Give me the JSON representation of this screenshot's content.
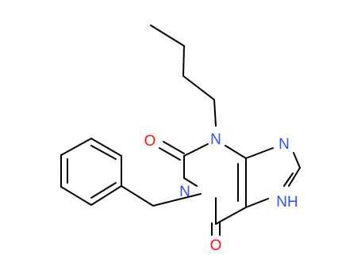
{
  "molecule": {
    "atoms": [
      {
        "id": "o1",
        "symbol": "O",
        "color": "#ff0d0d"
      },
      {
        "id": "n3",
        "symbol": "N",
        "color": "#3050f8"
      },
      {
        "id": "n9",
        "symbol": "N",
        "color": "#3050f8"
      },
      {
        "id": "n1",
        "symbol": "N",
        "color": "#3050f8"
      },
      {
        "id": "n7",
        "symbol": "NH",
        "color": "#3050f8"
      },
      {
        "id": "o2",
        "symbol": "O",
        "color": "#ff0d0d"
      }
    ]
  }
}
